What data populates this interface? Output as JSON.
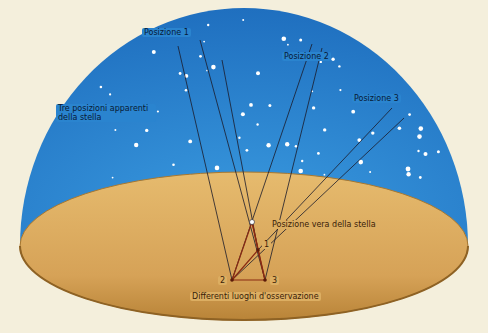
{
  "diagram": {
    "labels": [
      "Posizione 1",
      "Posizione 2",
      "Posizione 3",
      "Tre posizioni apparenti della stella",
      "Posizione vera della stella",
      "Differenti luoghi d'osservazione",
      "1",
      "2",
      "3"
    ]
  }
}
